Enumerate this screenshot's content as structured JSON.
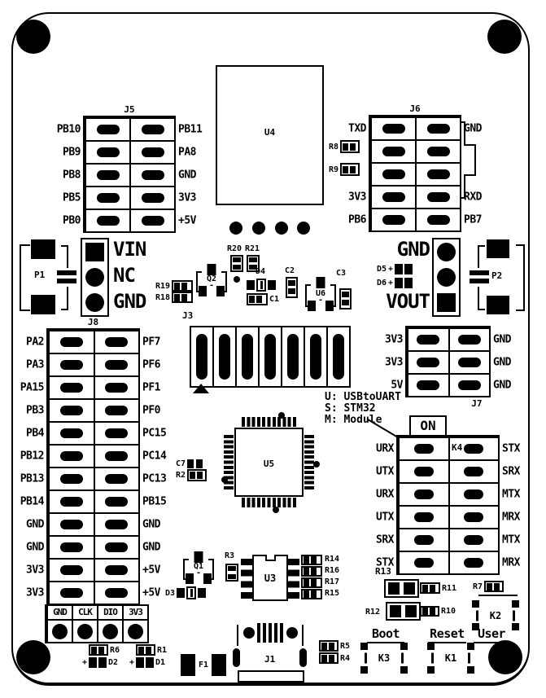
{
  "colors": {
    "silk": "#000000",
    "board": "#ffffff"
  },
  "connectors": {
    "j5": {
      "title": "J5",
      "rows": [
        {
          "left": "PB10",
          "right": "PB11"
        },
        {
          "left": "PB9",
          "right": "PA8"
        },
        {
          "left": "PB8",
          "right": "GND"
        },
        {
          "left": "PB5",
          "right": "3V3"
        },
        {
          "left": "PB0",
          "right": "+5V"
        }
      ]
    },
    "j6": {
      "title": "J6",
      "rows": [
        {
          "left": "TXD",
          "right": "GND"
        },
        {
          "left": "",
          "right": ""
        },
        {
          "left": "",
          "right": ""
        },
        {
          "left": "3V3",
          "right": "RXD"
        },
        {
          "left": "PB6",
          "right": "PB7"
        }
      ]
    },
    "j7": {
      "title": "J7",
      "rows": [
        {
          "left": "3V3",
          "right": "GND"
        },
        {
          "left": "3V3",
          "right": "GND"
        },
        {
          "left": "5V",
          "right": "GND"
        }
      ]
    },
    "j8": {
      "title": "J8",
      "rows": [
        {
          "left": "PA2",
          "right": "PF7"
        },
        {
          "left": "PA3",
          "right": "PF6"
        },
        {
          "left": "PA15",
          "right": "PF1"
        },
        {
          "left": "PB3",
          "right": "PF0"
        },
        {
          "left": "PB4",
          "right": "PC15"
        },
        {
          "left": "PB12",
          "right": "PC14"
        },
        {
          "left": "PB13",
          "right": "PC13"
        },
        {
          "left": "PB14",
          "right": "PB15"
        },
        {
          "left": "GND",
          "right": "GND"
        },
        {
          "left": "GND",
          "right": "GND"
        },
        {
          "left": "3V3",
          "right": "+5V"
        },
        {
          "left": "3V3",
          "right": "+5V"
        }
      ]
    },
    "j3": {
      "title": "J3"
    },
    "j1": {
      "title": "J1"
    },
    "swd": {
      "pins": [
        "GND",
        "CLK",
        "DIO",
        "3V3"
      ]
    }
  },
  "uart_switch": {
    "ref": "K4",
    "on": "ON",
    "rows": [
      {
        "left": "URX",
        "right": "STX"
      },
      {
        "left": "UTX",
        "right": "SRX"
      },
      {
        "left": "URX",
        "right": "MTX"
      },
      {
        "left": "UTX",
        "right": "MRX"
      },
      {
        "left": "SRX",
        "right": "MTX"
      },
      {
        "left": "STX",
        "right": "MRX"
      }
    ]
  },
  "legend": [
    "U: USBtoUART",
    "S: STM32",
    "M: Module"
  ],
  "power_in": {
    "ref": "P1",
    "labels": [
      "VIN",
      "NC",
      "GND"
    ]
  },
  "power_out": {
    "ref": "P2",
    "top": "GND",
    "bottom": "VOUT"
  },
  "ics": {
    "u3": "U3",
    "u4": "U4",
    "u5": "U5",
    "u6": "U6"
  },
  "transistors": {
    "q1": "Q1",
    "q2": "Q2"
  },
  "buttons": {
    "boot": {
      "label": "Boot",
      "ref": "K3"
    },
    "reset": {
      "label": "Reset",
      "ref": "K1"
    },
    "user": {
      "label": "User",
      "ref": "K2"
    }
  },
  "parts": {
    "r1": "R1",
    "r2": "R2",
    "r3": "R3",
    "r4": "R4",
    "r5": "R5",
    "r6": "R6",
    "r7": "R7",
    "r8": "R8",
    "r9": "R9",
    "r10": "R10",
    "r11": "R11",
    "r12": "R12",
    "r13": "R13",
    "r14": "R14",
    "r15": "R15",
    "r16": "R16",
    "r17": "R17",
    "r18": "R18",
    "r19": "R19",
    "r20": "R20",
    "r21": "R21",
    "c1": "C1",
    "c2": "C2",
    "c3": "C3",
    "c7": "C7",
    "d1": "D1",
    "d2": "D2",
    "d3": "D3",
    "d4": "D4",
    "d5": "D5",
    "d6": "D6",
    "f1": "F1"
  },
  "glyphs": {
    "plus": "+",
    "minus": "-"
  }
}
